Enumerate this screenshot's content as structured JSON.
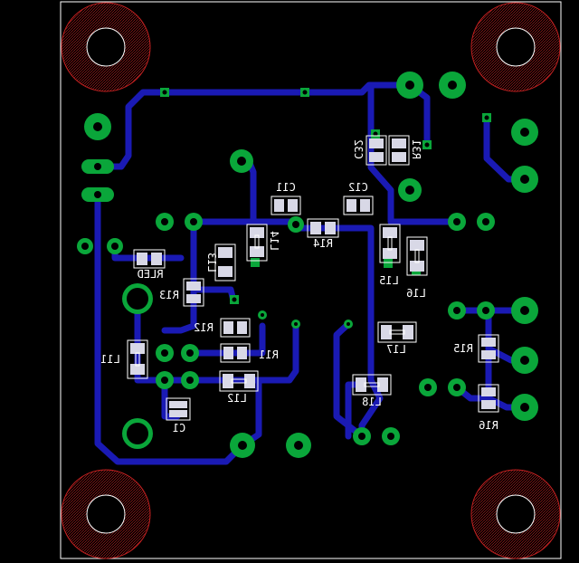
{
  "colors": {
    "background": "#000000",
    "outline": "#ffffff",
    "trace": "#1a1ab4",
    "pad": "#0aa63a",
    "drill": "#000000",
    "smd_pad": "#d8d8e6",
    "hole_ring": "#c02020"
  },
  "labels": {
    "c32": "C32",
    "r31": "R31",
    "c11": "C11",
    "c12": "C12",
    "l14": "L14",
    "r14": "R14",
    "l13": "L13",
    "rled": "RLED",
    "r13": "R13",
    "l15": "L15",
    "l16": "L16",
    "r12": "R12",
    "r11": "R11",
    "l11": "L11",
    "l12": "L12",
    "c1": "C1",
    "l17": "L17",
    "l18": "L18",
    "r15": "R15",
    "r16": "R16"
  }
}
